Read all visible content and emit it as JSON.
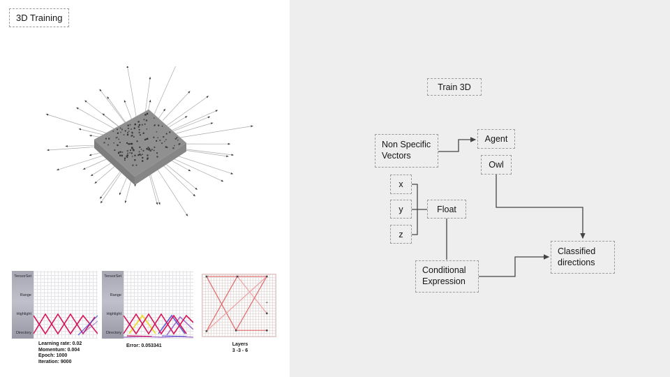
{
  "page_title": "3D Training",
  "panels": {
    "sidebar_labels": [
      "TensorSet",
      "Range",
      "Highlight",
      "Directory"
    ]
  },
  "stats": {
    "lines": [
      "Learning rate: 0.02",
      "Momentum: 0.004",
      "Epoch: 1000",
      "Iteration: 9000"
    ],
    "error": "Error: 0.053341",
    "layers_label": "Layers",
    "layers_value": "3 -3 - 6"
  },
  "flowchart": {
    "train_3d": "Train 3D",
    "non_specific_vectors": "Non Specific\nVectors",
    "agent": "Agent",
    "owl": "Owl",
    "x": "x",
    "y": "y",
    "z": "z",
    "float": "Float",
    "conditional_expression": "Conditional\nExpression",
    "classified_directions": "Classified\ndirections"
  },
  "colors": {
    "right_canvas_bg": "#eeeeee",
    "left_canvas_bg": "#ffffff",
    "connector": "#444444",
    "dashed_border": "#9b9b9b",
    "zigzag_crimson": "#d4145a",
    "zigzag_yellow": "#f0d838",
    "zigzag_blue": "#4444cc",
    "zigzag_purple": "#8844bb",
    "network_red": "#e06868",
    "surface_gray": "#909090"
  }
}
